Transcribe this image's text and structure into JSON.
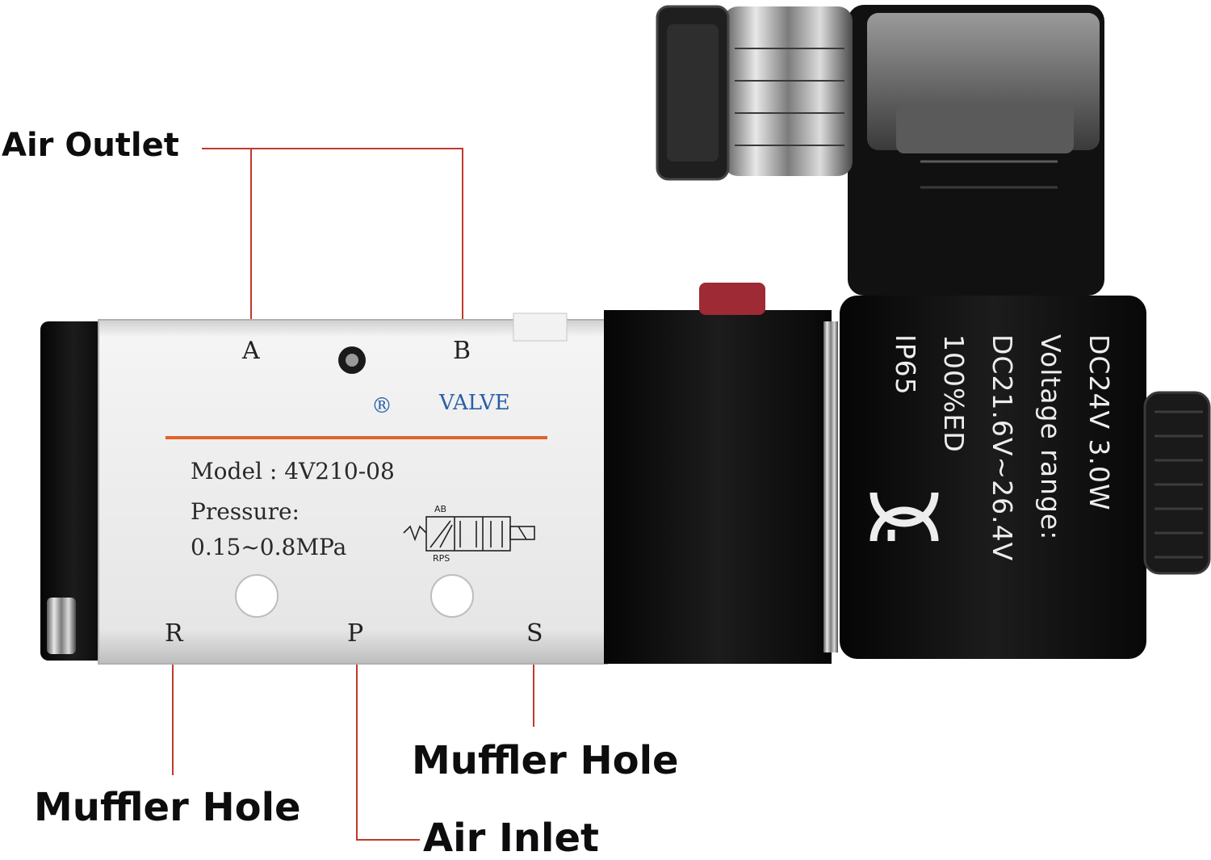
{
  "callouts": {
    "air_outlet": "Air Outlet",
    "muffler_hole_left": "Muffler Hole",
    "muffler_hole_right": "Muffler Hole",
    "air_inlet": "Air Inlet"
  },
  "ports": {
    "a": "A",
    "b": "B",
    "r": "R",
    "p": "P",
    "s": "S"
  },
  "valve_plate": {
    "registered_mark": "®",
    "brand": "VALVE",
    "model": "Model : 4V210-08",
    "pressure_label": "Pressure:",
    "pressure_value": "0.15~0.8MPa",
    "symbol_top": "AB",
    "symbol_bottom": "RPS"
  },
  "coil_label": {
    "line1": "DC24V 3.0W",
    "line2": "Voltage range:",
    "line3": "DC21.6V~26.4V",
    "line4": "100%ED",
    "line5": "IP65"
  },
  "colors": {
    "leader_line": "#c0392b",
    "stripe": "#e0632a",
    "brand_blue": "#2a5fa8",
    "body_aluminum": "#e4e4e4",
    "coil_black": "#121212"
  }
}
